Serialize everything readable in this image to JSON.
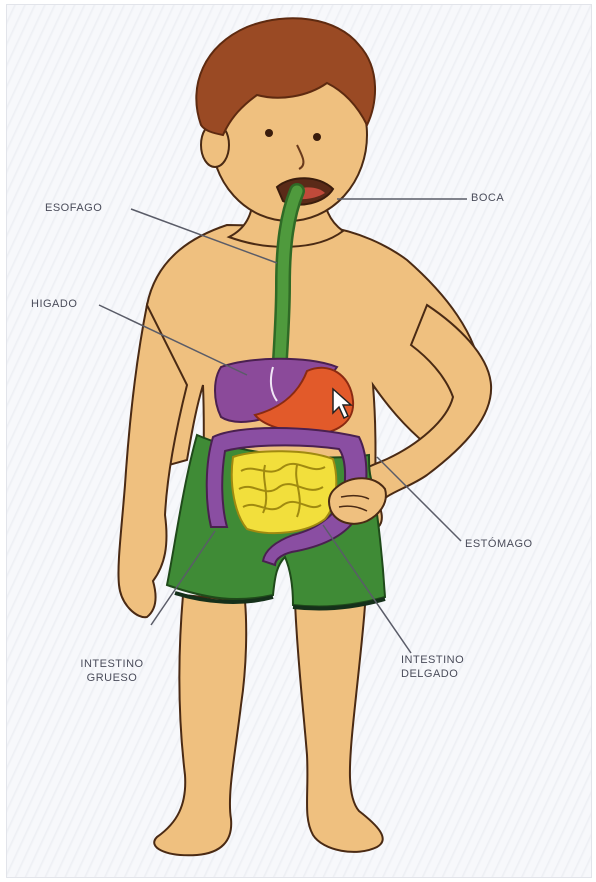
{
  "labels": {
    "esofago": "ESOFAGO",
    "boca": "BOCA",
    "higado": "HIGADO",
    "estomago": "ESTÓMAGO",
    "intestino_grueso": [
      "INTESTINO",
      "GRUESO"
    ],
    "intestino_delgado": [
      "INTESTINO",
      "DELGADO"
    ]
  },
  "colors": {
    "skin": "#efc07f",
    "skin_outline": "#4a2a14",
    "hair": "#9a4a24",
    "shorts": "#3f8b36",
    "esophagus": "#4f9a3d",
    "liver": "#8b4a9a",
    "stomach": "#e25a2a",
    "small_intestine": "#f2df3c",
    "large_intestine": "#8a4ea2",
    "leader_lines": "#5a5c68"
  }
}
